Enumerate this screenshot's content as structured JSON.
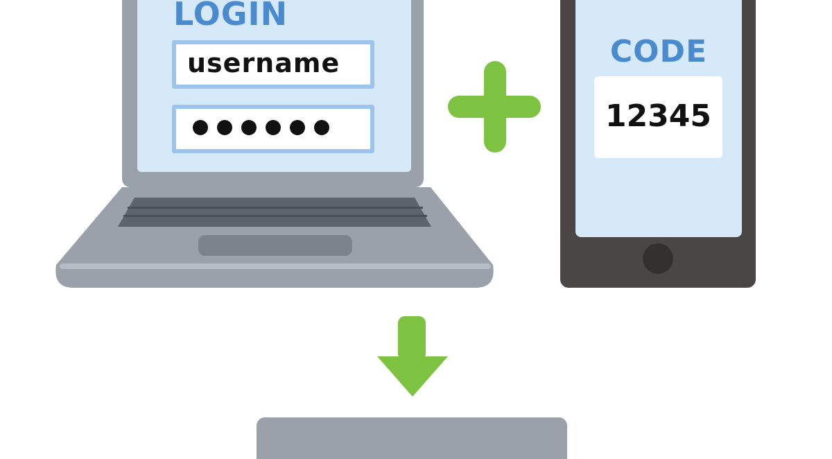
{
  "laptop": {
    "login_title": "LOGIN",
    "username_text": "username",
    "password_mask": "••••••"
  },
  "phone": {
    "code_label": "CODE",
    "code_value": "12345"
  },
  "colors": {
    "accent_blue": "#4a8bd0",
    "screen_light_blue": "#d6e9f8",
    "field_border_blue": "#9cc4ec",
    "device_gray": "#9aa1ab",
    "phone_dark": "#4a4646",
    "green": "#7ec242"
  },
  "icons": {
    "plus": "plus-icon",
    "arrow": "arrow-down-icon"
  }
}
